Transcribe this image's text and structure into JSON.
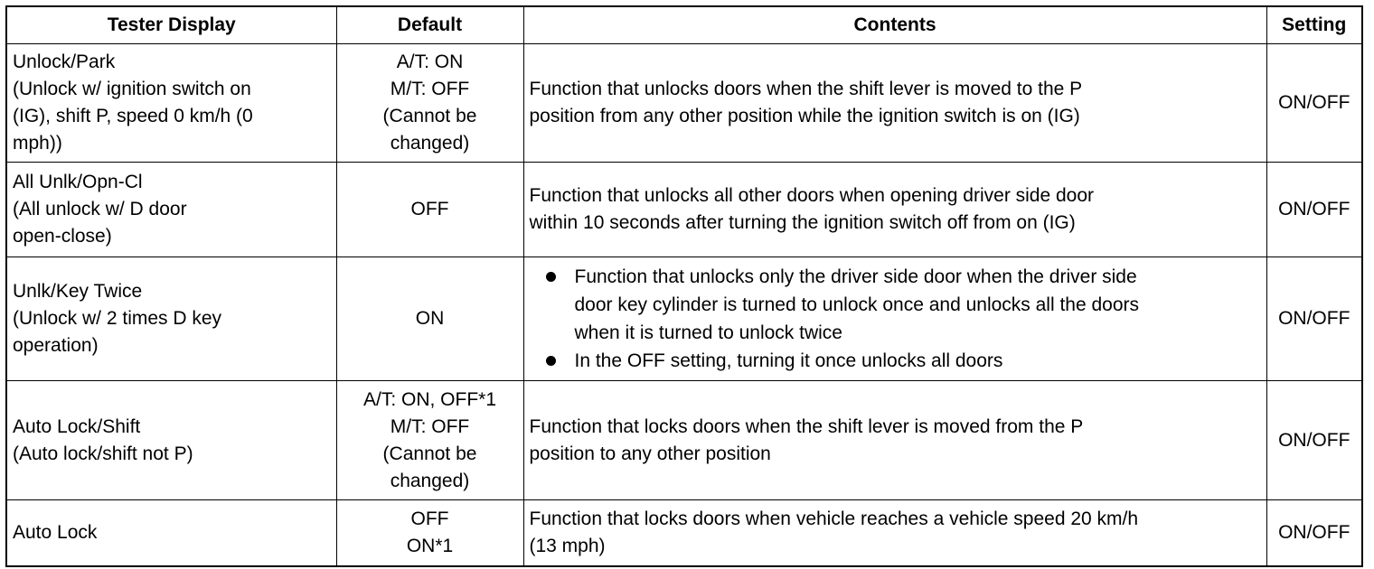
{
  "headers": {
    "tester_display": "Tester Display",
    "default": "Default",
    "contents": "Contents",
    "setting": "Setting"
  },
  "rows": [
    {
      "tester": [
        "Unlock/Park",
        "(Unlock w/ ignition switch on",
        "(IG), shift P, speed 0 km/h (0",
        "mph))"
      ],
      "default": [
        "A/T: ON",
        "M/T: OFF",
        "(Cannot be",
        "changed)"
      ],
      "contents": [
        "Function that unlocks doors when the shift lever is moved to the P",
        "position from any other position while the ignition switch is on (IG)"
      ],
      "setting": "ON/OFF"
    },
    {
      "tester": [
        "All Unlk/Opn-Cl",
        "(All unlock w/ D door",
        "open-close)"
      ],
      "default": [
        "OFF"
      ],
      "contents": [
        "Function that unlocks all other doors when opening driver side door",
        "within 10 seconds after turning the ignition switch off from on (IG)"
      ],
      "setting": "ON/OFF"
    },
    {
      "tester": [
        "Unlk/Key Twice",
        "(Unlock w/ 2 times D key",
        "operation)"
      ],
      "default": [
        "ON"
      ],
      "bullets": [
        [
          "Function that unlocks only the driver side door when the driver side",
          "door key cylinder is turned to unlock once and unlocks all the doors",
          "when it is turned to unlock twice"
        ],
        [
          "In the OFF setting, turning it once unlocks all doors"
        ]
      ],
      "setting": "ON/OFF"
    },
    {
      "tester": [
        "Auto Lock/Shift",
        "(Auto lock/shift not P)"
      ],
      "default": [
        "A/T: ON, OFF*1",
        "M/T: OFF",
        "(Cannot be",
        "changed)"
      ],
      "contents": [
        "Function that locks doors when the shift lever is moved from the P",
        "position to any other position"
      ],
      "setting": "ON/OFF"
    },
    {
      "tester": [
        "Auto Lock"
      ],
      "default": [
        "OFF",
        "ON*1"
      ],
      "contents": [
        "Function that locks doors when vehicle reaches a vehicle speed 20 km/h",
        "(13 mph)"
      ],
      "setting": "ON/OFF"
    }
  ]
}
